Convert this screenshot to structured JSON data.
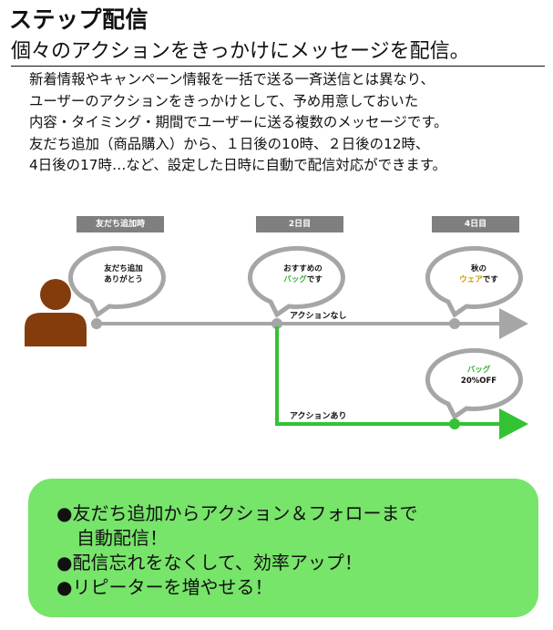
{
  "title": "ステップ配信",
  "subtitle": "個々のアクションをきっかけにメッセージを配信。",
  "description": [
    "新着情報やキャンペーン情報を一括で送る一斉送信とは異なり、",
    "ユーザーのアクションをきっかけとして、予め用意しておいた",
    "内容・タイミング・期間でユーザーに送る複数のメッセージです。",
    "友だち追加（商品購入）から、１日後の10時、２日後の12時、",
    "4日後の17時…など、設定した日時に自動で配信対応ができます。"
  ],
  "diagram": {
    "stages": [
      {
        "label": "友だち追加時"
      },
      {
        "label": "2日目"
      },
      {
        "label": "4日目"
      }
    ],
    "bubbles": {
      "b1": {
        "line1": "友だち追加",
        "line2": "ありがとう"
      },
      "b2": {
        "line1": "おすすめの",
        "highlight": "バッグ",
        "suffix": "です"
      },
      "b3": {
        "line1": "秋の",
        "highlight": "ウェア",
        "suffix": "です"
      },
      "b4": {
        "highlight": "バッグ",
        "line2": "20%OFF"
      }
    },
    "paths": {
      "no_action": "アクションなし",
      "action": "アクションあり"
    },
    "colors": {
      "gray_line": "#a6a6a6",
      "green_line": "#33c233",
      "user_icon": "#843c0c",
      "highlight_green": "#39b039",
      "highlight_gold": "#c79a00"
    }
  },
  "summary": {
    "background": "#77e46a",
    "items": [
      "●友だち追加からアクション＆フォローまで",
      "自動配信！",
      "●配信忘れをなくして、効率アップ！",
      "●リピーターを増やせる！"
    ]
  }
}
